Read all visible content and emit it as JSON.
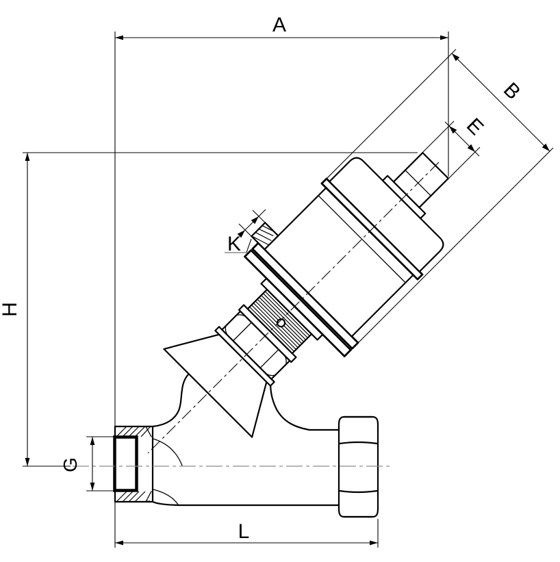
{
  "drawing": {
    "background_color": "#ffffff",
    "line_color": "#000000",
    "centerline_color": "#8c8c8c",
    "dimension_labels": {
      "A": "A",
      "B": "B",
      "E": "E",
      "K": "K",
      "H": "H",
      "G": "G",
      "L": "L"
    }
  }
}
